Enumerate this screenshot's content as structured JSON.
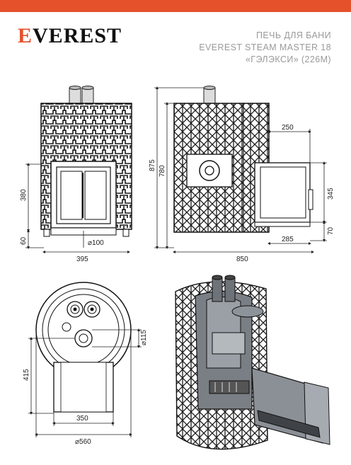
{
  "brand": {
    "logo": "EVEREST",
    "accent_color": "#e4512b"
  },
  "title": {
    "line1": "ПЕЧЬ ДЛЯ БАНИ",
    "line2": "EVEREST STEAM MASTER 18",
    "line3": "«ГЭЛЭКСИ» (226М)"
  },
  "dimensions": {
    "front_height": "380",
    "front_legs": "60",
    "front_width": "395",
    "front_flue": "⌀100",
    "side_total_height": "875",
    "side_body_height": "780",
    "side_tunnel_length": "250",
    "side_tunnel_height": "345",
    "side_tunnel_offset": "70",
    "side_tunnel_depth": "285",
    "side_total_depth": "850",
    "top_ash_hole": "⌀115",
    "top_depth": "415",
    "top_tunnel_width": "350",
    "top_diameter": "⌀560"
  }
}
